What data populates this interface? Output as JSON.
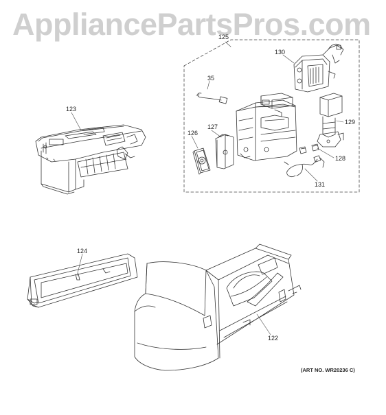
{
  "watermark": "AppliancePartsPros.com",
  "art_number": "(ART NO. WR20236 C)",
  "callouts": {
    "c125": "125",
    "c130": "130",
    "c35": "35",
    "c123": "123",
    "c127": "127",
    "c126": "126",
    "c129": "129",
    "c128": "128",
    "c131": "131",
    "c124": "124",
    "c122": "122"
  },
  "parts": [
    "ice-maker-assembly",
    "mold-and-heater",
    "control-box",
    "harness-35",
    "cover-126",
    "mounting-plate-127",
    "motor-130",
    "water-valve-129",
    "screws-128",
    "wire-harness-131",
    "fill-trough-124",
    "ice-bucket-122"
  ]
}
